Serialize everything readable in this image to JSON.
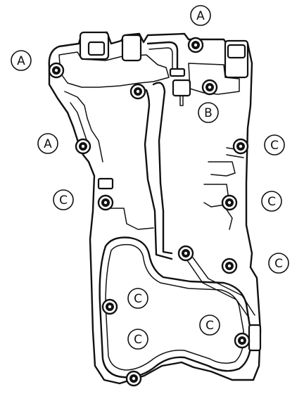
{
  "callouts": {
    "a1": "A",
    "a2": "A",
    "a3": "A",
    "b1": "B",
    "c1": "C",
    "c2": "C",
    "c3": "C",
    "c4": "C",
    "c5": "C",
    "c6": "C",
    "c7": "C"
  },
  "colors": {
    "line": "#111111",
    "background": "#ffffff"
  }
}
